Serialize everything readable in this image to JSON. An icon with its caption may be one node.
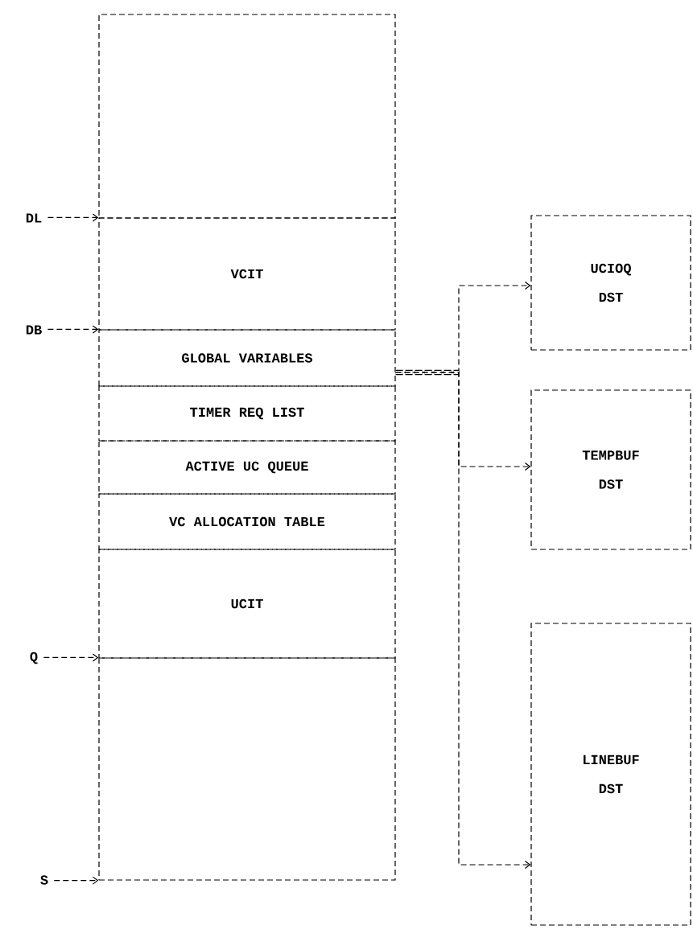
{
  "diagram": {
    "nodes": [
      {
        "text": [],
        "shape": "box"
      },
      {
        "text": [
          "VCIT"
        ]
      },
      {
        "text": [
          "GLOBAL VARIABLES"
        ]
      },
      {
        "text": [
          "TIMER REQ LIST"
        ]
      },
      {
        "text": [
          "ACTIVE UC QUEUE"
        ]
      },
      {
        "text": [
          "VC ALLOCATION TABLE"
        ]
      },
      {
        "text": [
          "UCIT"
        ]
      },
      {
        "text": [],
        "shape": "box"
      },
      {
        "text": [
          "DL"
        ]
      },
      {
        "text": [
          "DB"
        ]
      },
      {
        "text": [
          "Q"
        ]
      },
      {
        "text": [
          "S"
        ]
      },
      {
        "text": [
          "UCIOQ",
          "DST"
        ]
      },
      {
        "text": [
          "TEMPBUF",
          "DST"
        ]
      },
      {
        "text": [
          "LINEBUF",
          "DST"
        ]
      }
    ],
    "edges": [
      {
        "from": 8,
        "to": 1,
        "arrow": "to"
      },
      {
        "from": 9,
        "to": 2,
        "arrow": "to"
      },
      {
        "from": 10,
        "to": 7,
        "arrow": "to"
      },
      {
        "from": 11,
        "to": 7,
        "arrow": "to"
      },
      {
        "from": 2,
        "to": 12,
        "arrow": "to"
      },
      {
        "from": 2,
        "to": 13,
        "arrow": "to"
      },
      {
        "from": 2,
        "to": 14,
        "arrow": "to"
      }
    ]
  }
}
